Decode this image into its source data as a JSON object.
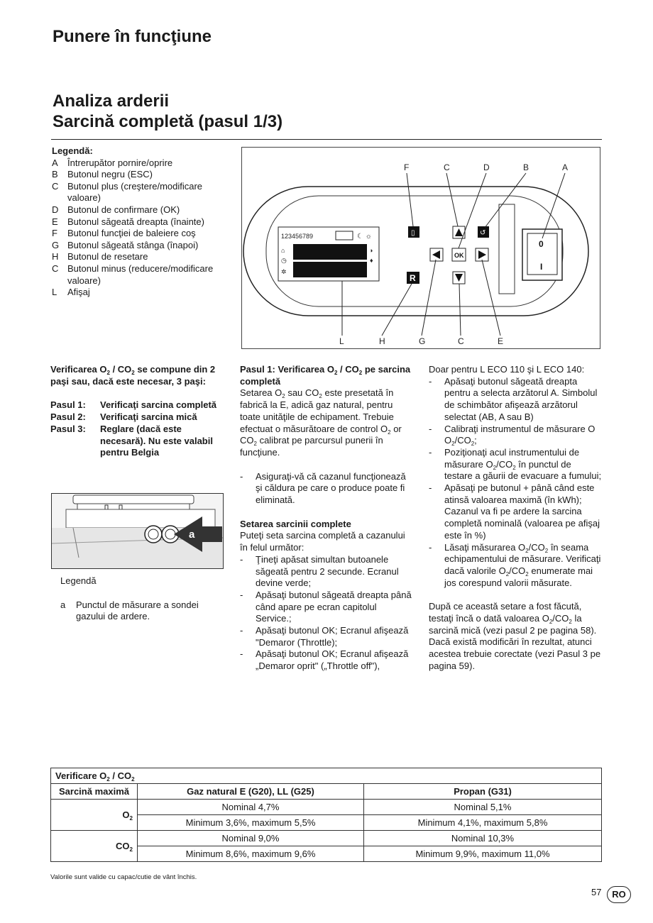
{
  "section_title": "Punere în funcţiune",
  "title_line1": "Analiza arderii",
  "title_line2": "Sarcină completă (pasul 1/3)",
  "legend": {
    "heading": "Legendă:",
    "items": [
      {
        "key": "A",
        "text": "Întrerupător pornire/oprire"
      },
      {
        "key": "B",
        "text": "Butonul negru (ESC)"
      },
      {
        "key": "C",
        "text": "Butonul plus (creştere/modificare valoare)"
      },
      {
        "key": "D",
        "text": "Butonul de confirmare (OK)"
      },
      {
        "key": "E",
        "text": "Butonul săgeată dreapta (înainte)"
      },
      {
        "key": "F",
        "text": "Butonul funcţiei de baleiere coş"
      },
      {
        "key": "G",
        "text": "Butonul săgeată stânga (înapoi)"
      },
      {
        "key": "H",
        "text": "Butonul de resetare"
      },
      {
        "key": "C",
        "text": "Butonul minus (reducere/modificare valoare)"
      },
      {
        "key": "L",
        "text": "Afişaj"
      }
    ]
  },
  "figure": {
    "top_labels": [
      "F",
      "C",
      "D",
      "B",
      "A"
    ],
    "bottom_labels": [
      "L",
      "H",
      "G",
      "C",
      "E"
    ],
    "ok_label": "OK",
    "r_label": "R",
    "switch_on": "0",
    "switch_off": "I",
    "display_digits": "123456789"
  },
  "col1": {
    "intro_a": "Verificarea O",
    "intro_b": " / CO",
    "intro_c": " se compune din 2 paşi sau, dacă este necesar, 3 paşi:",
    "sub2": "2",
    "steps": [
      {
        "label": "Pasul 1:",
        "text": "Verificaţi sarcina completă"
      },
      {
        "label": "Pasul 2:",
        "text": "Verificaţi sarcina mică"
      },
      {
        "label": "Pasul 3:",
        "text": "Reglare (dacă este necesară). Nu este valabil pentru Belgia"
      }
    ],
    "photo_label": "a",
    "legend_heading": "Legendă",
    "legend_key": "a",
    "legend_text": "Punctul de măsurare a sondei gazului de ardere."
  },
  "col2": {
    "h1_a": "Pasul 1: Verificarea O",
    "h1_b": " / CO",
    "h1_c": " pe sarcina completă",
    "p1_a": "Setarea O",
    "p1_b": " sau CO",
    "p1_c": " este presetată în fabrică la E, adică gaz natural, pentru toate unităţile de echipament. Trebuie efectuat o măsurătoare de control O",
    "p1_d": " or CO",
    "p1_e": " calibrat pe parcursul punerii în funcţiune.",
    "bullet1": "Asiguraţi-vă că cazanul funcţionează şi căldura pe care o produce poate fi eliminată.",
    "h2": "Setarea sarcinii complete",
    "p2": "Puteţi seta sarcina completă a cazanului în felul următor:",
    "bullets": [
      "Ţineţi apăsat simultan butoanele săgeată pentru 2 secunde. Ecranul devine verde;",
      "Apăsaţi butonul săgeată dreapta până când apare pe ecran capitolul Service.;",
      "Apăsaţi butonul OK; Ecranul afişează \"Demaror (Throttle);",
      "Apăsaţi butonul OK; Ecranul afişează „Demaror oprit\" („Throttle off\"),"
    ]
  },
  "col3": {
    "intro": "Doar pentru L ECO 110 şi L ECO 140:",
    "b1": "Apăsaţi butonul săgeată dreapta pentru a selecta arzătorul A. Simbolul de schimbător afişează arzătorul selectat (AB, A sau B)",
    "b2_a": "Calibraţi instrumentul de măsurare O",
    "b2_b": "/CO",
    "b2_c": ";",
    "b3_a": "Poziţionaţi acul instrumentului de măsurare O",
    "b3_b": "/CO",
    "b3_c": " în punctul de testare a găurii de evacuare a fumului;",
    "b4_a": "Apăsaţi pe butonul + până când este atinsă valoarea maximă (în kWh);",
    "b4_b": "Cazanul va fi pe ardere la sarcina completă nominală (valoarea pe afişaj este în %)",
    "b5_a": "Lăsaţi măsurarea O",
    "b5_b": "/CO",
    "b5_c": " în seama echipamentului de măsurare. Verificaţi dacă valorile O",
    "b5_d": "/CO",
    "b5_e": " enumerate mai jos corespund valorii măsurate.",
    "p_a": "După ce această setare a fost făcută, testaţi încă o dată valoarea O",
    "p_b": "/CO",
    "p_c": " la sarcină mică (vezi pasul 2 pe pagina 58). Dacă există modificări în rezultat, atunci acestea trebuie corectate (vezi Pasul 3 pe pagina 59)."
  },
  "table": {
    "title_a": "Verificare O",
    "title_b": " / CO",
    "col_head0": "Sarcină maximă",
    "col_head1": "Gaz natural E (G20), LL (G25)",
    "col_head2": "Propan (G31)",
    "row_o2": "O",
    "row_co2": "CO",
    "o2_nominal_gas": "Nominal 4,7%",
    "o2_nominal_propan": "Nominal 5,1%",
    "o2_range_gas": "Minimum 3,6%, maximum 5,5%",
    "o2_range_propan": "Minimum 4,1%, maximum 5,8%",
    "co2_nominal_gas": "Nominal 9,0%",
    "co2_nominal_propan": "Nominal 10,3%",
    "co2_range_gas": "Minimum 8,6%, maximum 9,6%",
    "co2_range_propan": "Minimum 9,9%, maximum 11,0%"
  },
  "footnote": "Valorile sunt valide cu capac/cutie de vânt închis.",
  "page_number": "57",
  "lang_badge": "RO"
}
